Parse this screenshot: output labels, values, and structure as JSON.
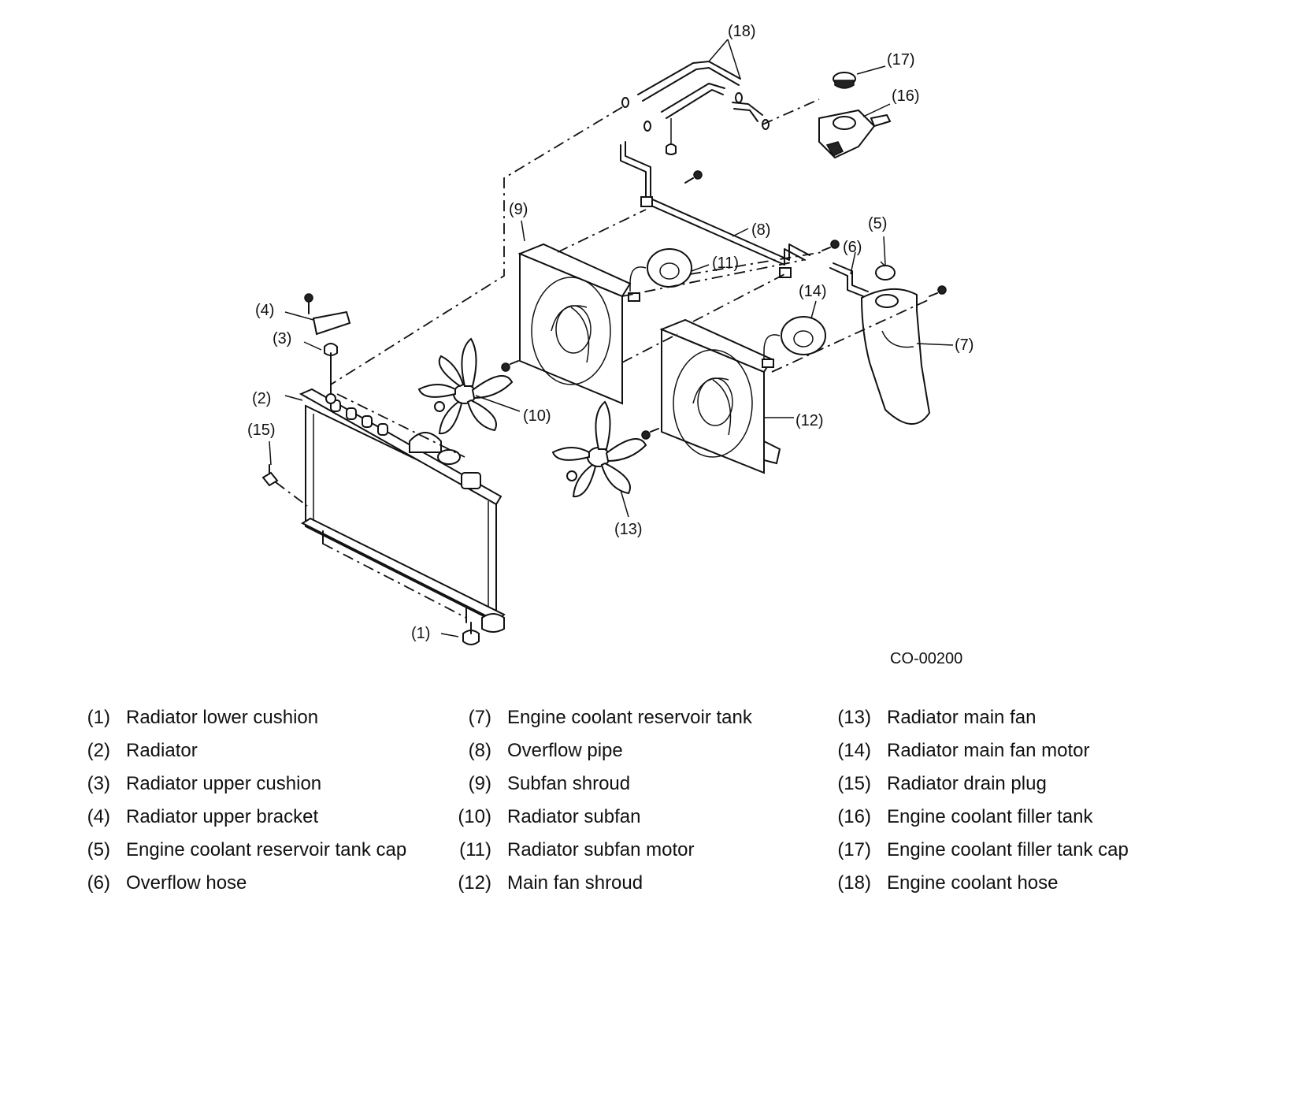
{
  "diagram": {
    "figure_code": "CO-00200",
    "callouts": [
      "(1)",
      "(2)",
      "(3)",
      "(4)",
      "(5)",
      "(6)",
      "(7)",
      "(8)",
      "(9)",
      "(10)",
      "(11)",
      "(12)",
      "(13)",
      "(14)",
      "(15)",
      "(16)",
      "(17)",
      "(18)"
    ]
  },
  "legend": {
    "items": [
      {
        "num": "(1)",
        "label": "Radiator lower cushion"
      },
      {
        "num": "(2)",
        "label": "Radiator"
      },
      {
        "num": "(3)",
        "label": "Radiator upper cushion"
      },
      {
        "num": "(4)",
        "label": "Radiator upper bracket"
      },
      {
        "num": "(5)",
        "label": "Engine coolant reservoir tank cap"
      },
      {
        "num": "(6)",
        "label": "Overflow hose"
      },
      {
        "num": "(7)",
        "label": "Engine coolant reservoir tank"
      },
      {
        "num": "(8)",
        "label": "Overflow pipe"
      },
      {
        "num": "(9)",
        "label": "Subfan shroud"
      },
      {
        "num": "(10)",
        "label": "Radiator subfan"
      },
      {
        "num": "(11)",
        "label": "Radiator subfan motor"
      },
      {
        "num": "(12)",
        "label": "Main fan shroud"
      },
      {
        "num": "(13)",
        "label": "Radiator main fan"
      },
      {
        "num": "(14)",
        "label": "Radiator main fan motor"
      },
      {
        "num": "(15)",
        "label": "Radiator drain plug"
      },
      {
        "num": "(16)",
        "label": "Engine coolant filler tank"
      },
      {
        "num": "(17)",
        "label": "Engine coolant filler tank cap"
      },
      {
        "num": "(18)",
        "label": "Engine coolant hose"
      }
    ]
  }
}
